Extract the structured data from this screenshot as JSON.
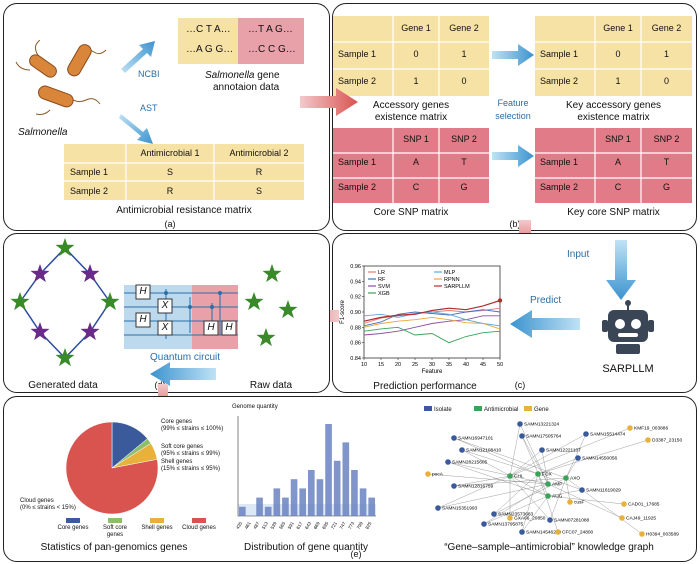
{
  "panel_a": {
    "gene_seq": {
      "left_top": "…C T A…",
      "left_bottom": "…A G G…",
      "right_top": "…T A G…",
      "right_bottom": "…C C G…"
    },
    "ncbi": "NCBI",
    "ast": "AST",
    "salmonella": "Salmonella",
    "gene_caption_italic": "Salmonella",
    "gene_caption_rest": " gene",
    "gene_caption_line2": "annotaion data",
    "amr_table": {
      "headers": [
        "",
        "Antimicrobial 1",
        "Antimicrobial 2"
      ],
      "rows": [
        [
          "Sample 1",
          "S",
          "R"
        ],
        [
          "Sample 2",
          "R",
          "S"
        ]
      ]
    },
    "amr_caption": "Antimicrobial resistance matrix",
    "label": "(a)"
  },
  "panel_b": {
    "acc_table": {
      "headers": [
        "",
        "Gene 1",
        "Gene 2"
      ],
      "rows": [
        [
          "Sample 1",
          "0",
          "1"
        ],
        [
          "Sample 2",
          "1",
          "0"
        ]
      ]
    },
    "acc_caption_1": "Accessory genes",
    "acc_caption_2": "existence matrix",
    "key_acc_table": {
      "headers": [
        "",
        "Gene 1",
        "Gene 2"
      ],
      "rows": [
        [
          "Sample 1",
          "0",
          "1"
        ],
        [
          "Sample 2",
          "1",
          "0"
        ]
      ]
    },
    "key_acc_caption_1": "Key accessory genes",
    "key_acc_caption_2": "existence matrix",
    "feature_1": "Feature",
    "feature_2": "selection",
    "snp_table": {
      "headers": [
        "",
        "SNP 1",
        "SNP 2"
      ],
      "rows": [
        [
          "Sample 1",
          "A",
          "T"
        ],
        [
          "Sample 2",
          "C",
          "G"
        ]
      ]
    },
    "snp_caption": "Core SNP matrix",
    "key_snp_table": {
      "headers": [
        "",
        "SNP 1",
        "SNP 2"
      ],
      "rows": [
        [
          "Sample 1",
          "A",
          "T"
        ],
        [
          "Sample 2",
          "C",
          "G"
        ]
      ]
    },
    "key_snp_caption": "Key core SNP matrix",
    "label": "(b)"
  },
  "panel_c": {
    "input": "Input",
    "predict": "Predict",
    "sarpllm": "SARPLLM",
    "caption": "Prediction performance",
    "label": "(c)"
  },
  "panel_d": {
    "quantum_caption": "Quantum circuit",
    "generated": "Generated data",
    "raw": "Raw data",
    "gates": [
      "H",
      "X",
      "H",
      "X",
      "H",
      "H"
    ],
    "label": "(d)"
  },
  "panel_e": {
    "pie_annotations": {
      "core": [
        "Core genes",
        "(99% ≤ strains ≤ 100%)"
      ],
      "soft": [
        "Soft core genes",
        "(95% ≤ strains ≤ 99%)"
      ],
      "shell": [
        "Shell genes",
        "(15% ≤ strains ≤ 95%)"
      ],
      "cloud": [
        "Cloud genes",
        "(0% ≤ strains < 15%)"
      ]
    },
    "pie_legend": [
      {
        "name": "Core genes",
        "color": "#3a5a9c"
      },
      {
        "name": "Soft core genes",
        "color": "#8dbf6a"
      },
      {
        "name": "Shell genes",
        "color": "#e8b23a"
      },
      {
        "name": "Cloud genes",
        "color": "#d9534f"
      }
    ],
    "pie_caption": "Statistics of pan-genomics genes",
    "hist_title": "Genome quantity",
    "hist_caption": "Distribution of gene quantity",
    "kg_legend": [
      {
        "name": "Isolate",
        "color": "#3a5a9c"
      },
      {
        "name": "Antimicrobial",
        "color": "#3aa35a"
      },
      {
        "name": "Gene",
        "color": "#e8b23a"
      }
    ],
    "kg_caption": "“Gene–sample–antimicrobial” knowledge graph",
    "kg_labels": {
      "isolates": [
        "SAMN13221324",
        "SAMN16947101",
        "SAMN17505764",
        "SAMN15514474",
        "SAMN12108410",
        "SAMN12221107",
        "SAMN14550056",
        "SAMN28215605",
        "SAMN12816759",
        "SAMN11619029",
        "SAMN15351993",
        "SAMN23573683",
        "SAMN13795875",
        "SAMN07281088",
        "SAMN14546260"
      ],
      "antimicrobials": [
        "CHL",
        "FOX",
        "AMP",
        "AXO",
        "AUG"
      ],
      "genes": [
        "KMF19_003886",
        "D3387_23150",
        "pocA",
        "cusF",
        "CAD01_17685",
        "GXA66_20850",
        "CFC07_24800",
        "CAJ49_11925",
        "H0394_003589"
      ]
    },
    "label": "(e)"
  },
  "chart_data": [
    {
      "type": "line",
      "title": "",
      "xlabel": "Feature",
      "ylabel": "F1-score",
      "x": [
        10,
        15,
        20,
        25,
        30,
        35,
        40,
        45,
        50
      ],
      "xlim": [
        10,
        50
      ],
      "ylim": [
        0.84,
        0.96
      ],
      "yticks": [
        0.84,
        0.86,
        0.88,
        0.9,
        0.92,
        0.94,
        0.96
      ],
      "legend": "top",
      "series": [
        {
          "name": "LR",
          "color": "#e07b7b",
          "values": [
            0.885,
            0.892,
            0.895,
            0.898,
            0.9,
            0.902,
            0.9,
            0.902,
            0.905
          ]
        },
        {
          "name": "RF",
          "color": "#4a6fb5",
          "values": [
            0.882,
            0.887,
            0.897,
            0.9,
            0.898,
            0.896,
            0.9,
            0.903,
            0.9
          ]
        },
        {
          "name": "SVM",
          "color": "#8a4fa6",
          "values": [
            0.87,
            0.872,
            0.875,
            0.88,
            0.885,
            0.888,
            0.89,
            0.895,
            0.895
          ]
        },
        {
          "name": "XGB",
          "color": "#3aa35a",
          "values": [
            0.875,
            0.878,
            0.88,
            0.87,
            0.872,
            0.86,
            0.868,
            0.873,
            0.875
          ]
        },
        {
          "name": "MLP",
          "color": "#5aa9d6",
          "values": [
            0.895,
            0.897,
            0.893,
            0.898,
            0.9,
            0.897,
            0.89,
            0.885,
            0.882
          ]
        },
        {
          "name": "RPNN",
          "color": "#e8a83a",
          "values": [
            0.88,
            0.885,
            0.888,
            0.89,
            0.893,
            0.89,
            0.886,
            0.885,
            0.878
          ]
        },
        {
          "name": "SARPLLM",
          "color": "#b52a2a",
          "values": [
            0.888,
            0.893,
            0.896,
            0.897,
            0.902,
            0.905,
            0.903,
            0.908,
            0.915
          ]
        }
      ]
    },
    {
      "type": "bar",
      "title": "Genome quantity",
      "categories": [
        "435",
        "461",
        "487",
        "513",
        "539",
        "565",
        "591",
        "617",
        "643",
        "669",
        "695",
        "721",
        "747",
        "773",
        "799",
        "825"
      ],
      "values": [
        1,
        0,
        2,
        1,
        3,
        2,
        4,
        3,
        5,
        4,
        10,
        6,
        8,
        5,
        3,
        2
      ]
    },
    {
      "type": "pie",
      "categories": [
        "Core genes",
        "Soft core genes",
        "Shell genes",
        "Cloud genes"
      ],
      "values": [
        14,
        2,
        6,
        78
      ]
    }
  ]
}
